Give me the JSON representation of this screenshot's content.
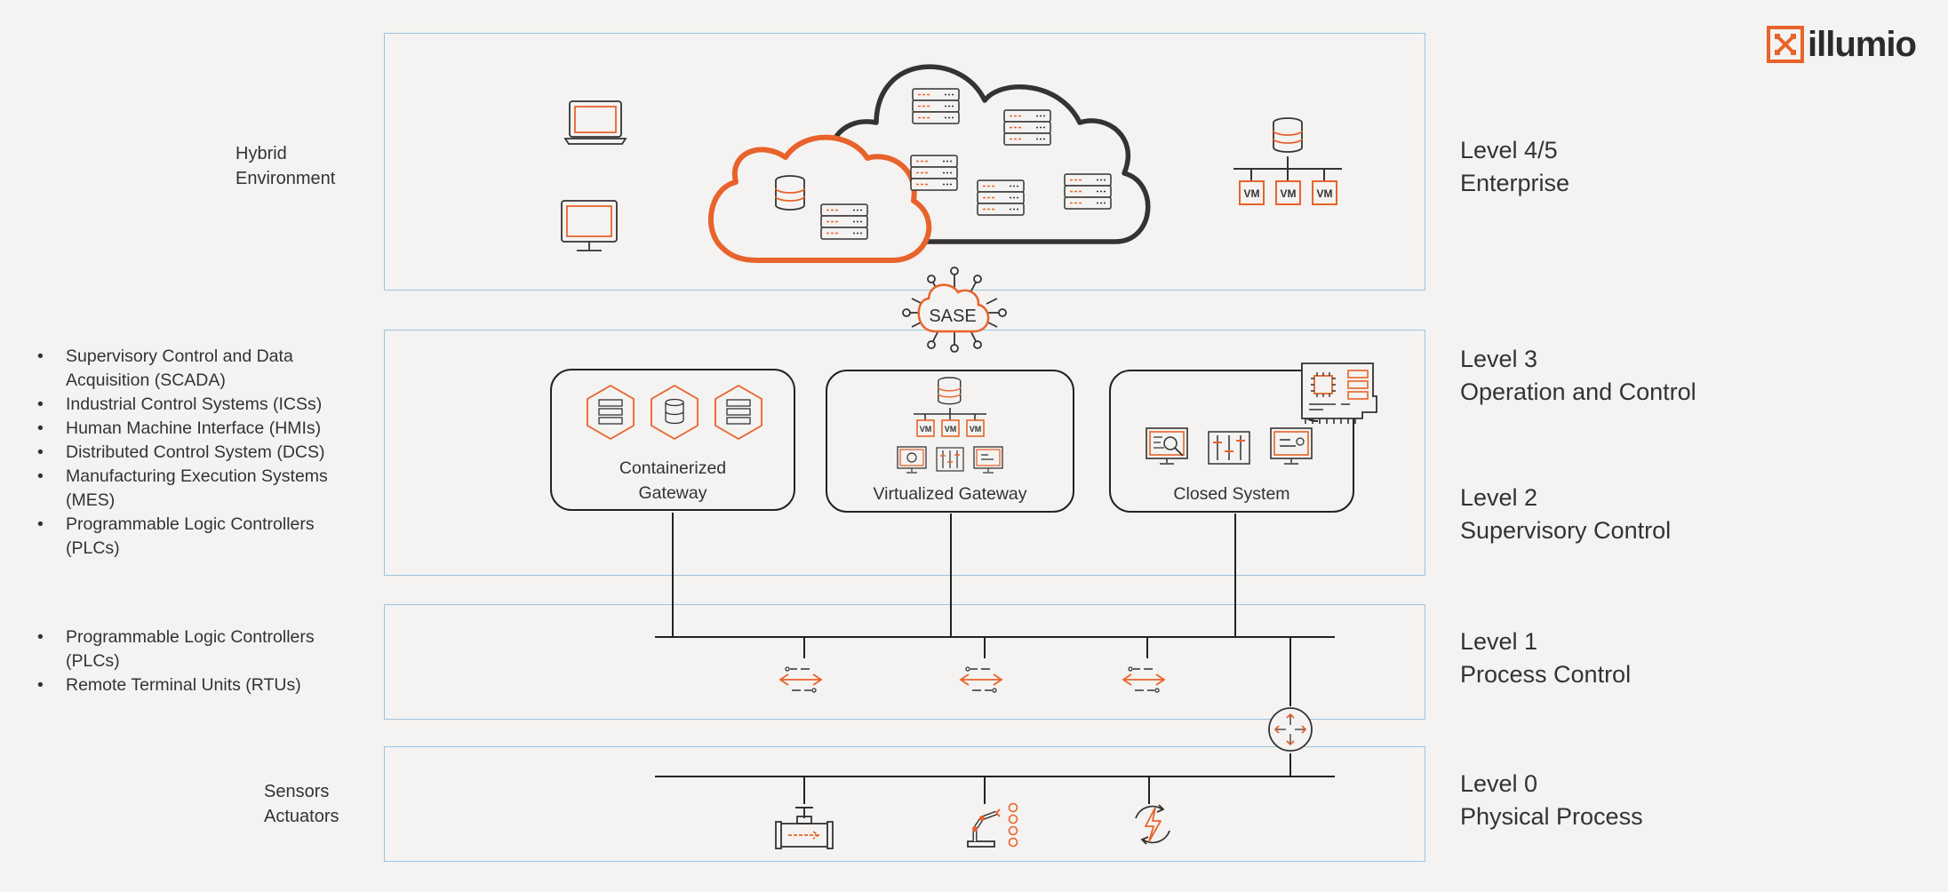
{
  "brand": {
    "name": "illumio",
    "accent_color": "#e8632b",
    "line_color": "#222222",
    "zone_border_color": "#9cc3e0"
  },
  "levels": [
    {
      "line1": "Level 4/5",
      "line2": "Enterprise"
    },
    {
      "line1": "Level 3",
      "line2": "Operation and Control"
    },
    {
      "line1": "Level 2",
      "line2": "Supervisory Control"
    },
    {
      "line1": "Level 1",
      "line2": "Process Control"
    },
    {
      "line1": "Level 0",
      "line2": "Physical Process"
    }
  ],
  "left_labels": {
    "hybrid": {
      "line1": "Hybrid",
      "line2": "Environment"
    },
    "field": {
      "line1": "Sensors",
      "line2": "Actuators"
    }
  },
  "control_systems": [
    {
      "line1": "Supervisory Control and Data",
      "line2": "Acquisition (SCADA)"
    },
    {
      "line1": "Industrial Control Systems (ICSs)",
      "line2": ""
    },
    {
      "line1": "Human Machine Interface (HMIs)",
      "line2": ""
    },
    {
      "line1": "Distributed Control System (DCS)",
      "line2": ""
    },
    {
      "line1": "Manufacturing Execution Systems",
      "line2": "(MES)"
    },
    {
      "line1": "Programmable Logic Controllers",
      "line2": "(PLCs)"
    }
  ],
  "process_control": [
    {
      "line1": "Programmable Logic Controllers",
      "line2": "(PLCs)"
    },
    {
      "line1": "Remote Terminal Units (RTUs)",
      "line2": ""
    }
  ],
  "gateways": [
    {
      "line1": "Containerized",
      "line2": "Gateway"
    },
    {
      "line1": "Virtualized Gateway"
    },
    {
      "line1": "Closed System"
    }
  ],
  "sase": {
    "label": "SASE"
  },
  "vm": {
    "label": "VM"
  },
  "icons": [
    "illumio-logo-icon",
    "laptop-icon",
    "desktop-monitor-icon",
    "public-cloud-icon",
    "private-cloud-icon",
    "database-icon",
    "server-rack-icon",
    "vm-cluster-icon",
    "sase-cloud-icon",
    "container-hexagon-icon",
    "hmi-monitor-icon",
    "control-panel-icon",
    "circuit-board-icon",
    "switch-arrows-icon",
    "router-icon",
    "valve-icon",
    "robot-arm-icon",
    "power-cycle-icon"
  ]
}
